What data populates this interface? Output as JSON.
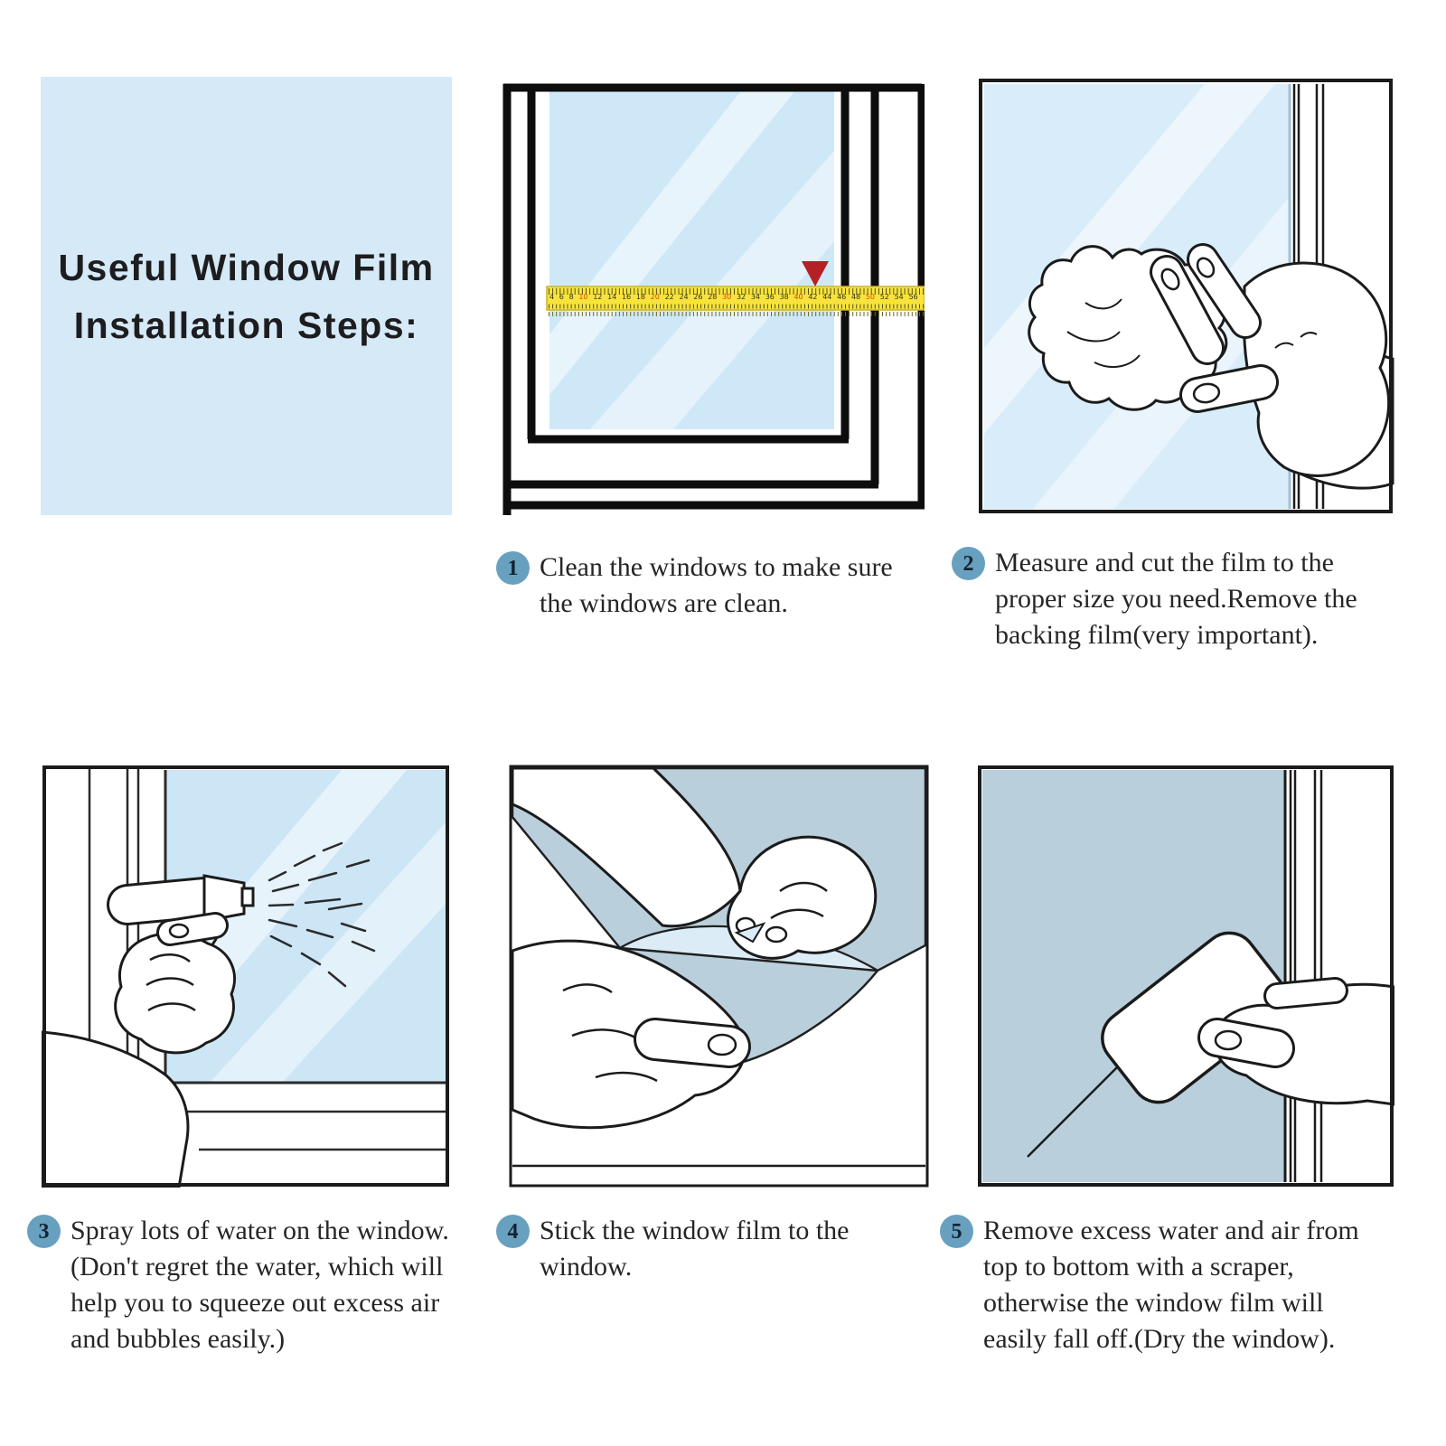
{
  "page": {
    "background": "#ffffff"
  },
  "title_card": {
    "lines": [
      "Useful Window Film",
      "Installation Steps:"
    ],
    "bg_color": "#d6e9f7",
    "text_color": "#1d1d1f"
  },
  "badge_color": "#68a0bf",
  "steps": [
    {
      "number": "1",
      "lines": [
        "Clean the windows to make sure",
        "the windows are clean."
      ]
    },
    {
      "number": "2",
      "lines": [
        "Measure and cut the film to the",
        "proper size you need.Remove the",
        "backing film(very important)."
      ]
    },
    {
      "number": "3",
      "lines": [
        "Spray lots of water on the window.",
        "(Don't regret the water, which will",
        "help you to squeeze out excess air",
        "and bubbles easily.)"
      ]
    },
    {
      "number": "4",
      "lines": [
        "Stick the window film to the",
        "window."
      ]
    },
    {
      "number": "5",
      "lines": [
        "Remove excess water and air from",
        "top to bottom with a scraper,",
        "otherwise the window film will",
        "easily fall off.(Dry the window)."
      ]
    }
  ],
  "illustrations": {
    "step1": {
      "name": "window-frame-with-measuring-tape",
      "tape_numbers": [
        "4",
        "6",
        "8",
        "10",
        "12",
        "14",
        "16",
        "18",
        "20",
        "22",
        "24",
        "26",
        "28",
        "30",
        "32",
        "34",
        "36",
        "38",
        "40",
        "42",
        "44",
        "46",
        "48",
        "50",
        "52",
        "54",
        "56"
      ],
      "tape_color": "#f8e33c",
      "marker_color": "#b42025",
      "glass_color": "#cfe8f8",
      "frame_color": "#0d0d0d"
    },
    "step2": {
      "name": "hand-wiping-window-with-cloth",
      "glass_color": "#d8ecf9"
    },
    "step3": {
      "name": "hand-spraying-water-on-window",
      "glass_color": "#cde6f6"
    },
    "step4": {
      "name": "hands-peeling-backing-film",
      "film_color": "#bacfdc",
      "backing_color": "#dcecf6"
    },
    "step5": {
      "name": "hand-with-scraper-on-window-film",
      "film_color": "#bacfdc"
    }
  }
}
